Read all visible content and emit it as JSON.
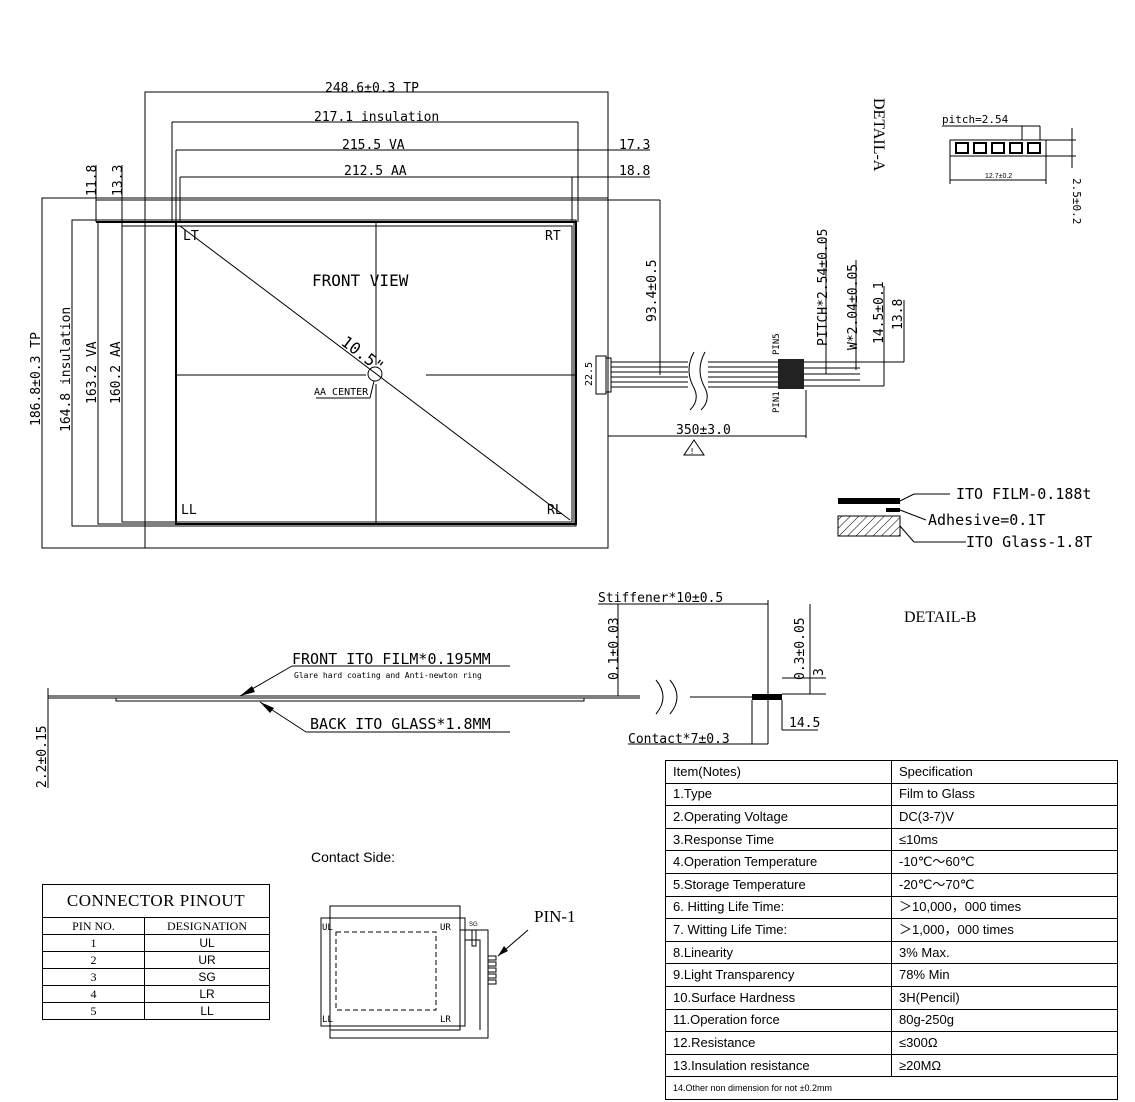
{
  "front_view": {
    "title": "FRONT VIEW",
    "diagonal": "10.5\"",
    "aa_center": "AA CENTER",
    "corners": {
      "lt": "LT",
      "rt": "RT",
      "ll": "LL",
      "rl": "RL"
    },
    "dim_tp_width": "248.6±0.3 TP",
    "dim_insulation_width": "217.1 insulation",
    "dim_va_width": "215.5 VA",
    "dim_aa_width": "212.5 AA",
    "dim_17_3": "17.3",
    "dim_18_8": "18.8",
    "dim_11_8": "11.8",
    "dim_13_3": "13.3",
    "dim_tp_height": "186.8±0.3 TP",
    "dim_insulation_height": "164.8 insulation",
    "dim_va_height": "163.2 VA",
    "dim_aa_height": "160.2 AA",
    "dim_93_4": "93.4±0.5",
    "dim_22_5": "22.5",
    "dim_350": "350±3.0",
    "warning_mark": "!",
    "pin5": "PIN5",
    "pin1": "PIN1",
    "dim_pitch": "PITCH*2.54±0.05",
    "dim_w": "W*2.04±0.05",
    "dim_14_5": "14.5±0.1",
    "dim_13_8": "13.8"
  },
  "detail_a": {
    "title": "DETAIL-A",
    "pitch": "pitch=2.54",
    "width": "12.7±0.2",
    "height": "2.5±0.2"
  },
  "layers": {
    "ito_film": "ITO FILM-0.188t",
    "adhesive": "Adhesive=0.1T",
    "ito_glass": "ITO Glass-1.8T"
  },
  "side_view": {
    "detail_b": "DETAIL-B",
    "stiffener": "Stiffener*10±0.5",
    "dim_0_1": "0.1±0.03",
    "dim_0_3": "0.3±0.05",
    "dim_3": "3",
    "dim_14_5": "14.5",
    "contact": "Contact*7±0.3",
    "front_film": "FRONT ITO FILM*0.195MM",
    "front_film_note": "Glare hard coating and Anti-newton ring",
    "back_glass": "BACK ITO GLASS*1.8MM",
    "thickness": "2.2±0.15"
  },
  "contact_side": {
    "title": "Contact Side:",
    "pin1": "PIN-1",
    "ul": "UL",
    "ur": "UR",
    "ll": "LL",
    "lr": "LR",
    "sg": "SG"
  },
  "pinout": {
    "title": "CONNECTOR PINOUT",
    "col_pin": "PIN NO.",
    "col_designation": "DESIGNATION",
    "rows": [
      {
        "pin": "1",
        "designation": "UL"
      },
      {
        "pin": "2",
        "designation": "UR"
      },
      {
        "pin": "3",
        "designation": "SG"
      },
      {
        "pin": "4",
        "designation": "LR"
      },
      {
        "pin": "5",
        "designation": "LL"
      }
    ]
  },
  "spec": {
    "header": {
      "item": "Item(Notes)",
      "value": "Specification"
    },
    "rows": [
      {
        "item": "1.Type",
        "value": "Film to Glass"
      },
      {
        "item": "2.Operating Voltage",
        "value": "DC(3-7)V"
      },
      {
        "item": "3.Response Time",
        "value": "≤10ms"
      },
      {
        "item": "4.Operation Temperature",
        "value": "-10℃～60℃"
      },
      {
        "item": "5.Storage Temperature",
        "value": "-20℃～70℃"
      },
      {
        "item": "6. Hitting Life Time:",
        "value": "＞10,000，000 times"
      },
      {
        "item": "7. Witting Life Time:",
        "value": "＞1,000，000 times"
      },
      {
        "item": "8.Linearity",
        "value": "3% Max."
      },
      {
        "item": "9.Light Transparency",
        "value": "78% Min"
      },
      {
        "item": "10.Surface Hardness",
        "value": "3H(Pencil)"
      },
      {
        "item": "11.Operation force",
        "value": "80g-250g"
      },
      {
        "item": "12.Resistance",
        "value": "≤300Ω"
      },
      {
        "item": "13.Insulation resistance",
        "value": "≥20MΩ"
      }
    ],
    "note": "14.Other non dimension for not ±0.2mm"
  }
}
